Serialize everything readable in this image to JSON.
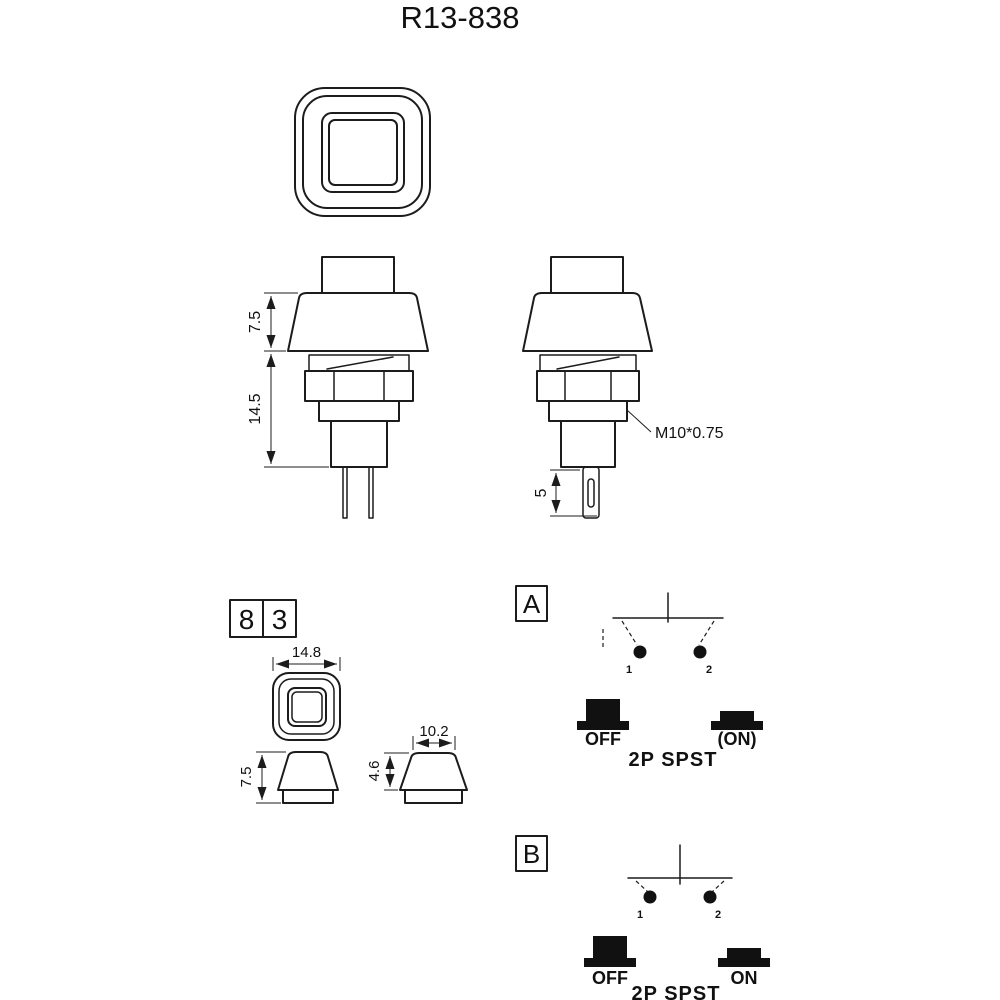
{
  "title": "R13-838",
  "front_view": {
    "dim_bezel_height": "7.5",
    "dim_body_height": "14.5"
  },
  "side_view": {
    "thread_label": "M10*0.75",
    "dim_terminal_length": "5"
  },
  "variant_code": {
    "digit_1": "8",
    "digit_2": "3"
  },
  "cap_top_detail": {
    "dim_width": "14.8"
  },
  "cap_side_detail_1": {
    "dim_height": "7.5"
  },
  "cap_side_detail_2": {
    "dim_width": "10.2",
    "dim_height": "4.6"
  },
  "circuit_a": {
    "label": "A",
    "terminal_1": "1",
    "terminal_2": "2",
    "state_left": "OFF",
    "state_right": "(ON)",
    "switch_type": "2P SPST"
  },
  "circuit_b": {
    "label": "B",
    "terminal_1": "1",
    "terminal_2": "2",
    "state_left": "OFF",
    "state_right": "ON",
    "switch_type": "2P SPST"
  },
  "colors": {
    "line": "#1c1c1c",
    "background": "#ffffff",
    "fill_black": "#111111"
  }
}
